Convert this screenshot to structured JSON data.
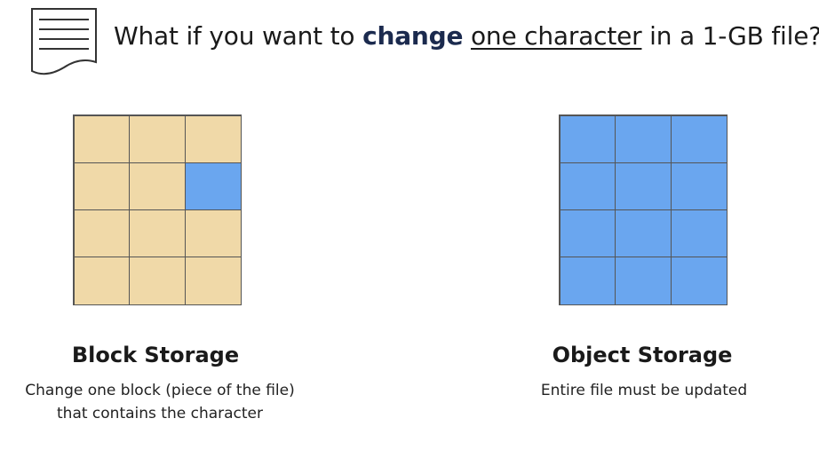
{
  "headline": {
    "prefix": "What if you want to ",
    "strong": "change",
    "space": " ",
    "underlined": "one character",
    "suffix": " in a 1-GB file?"
  },
  "block_storage": {
    "title": "Block Storage",
    "description_line1": "Change one block (piece of the file)",
    "description_line2": "that contains the character",
    "rows": 4,
    "cols": 3,
    "cell_color": "#f0d9a8",
    "changed_color": "#6aa6ef",
    "changed_cell": {
      "row": 2,
      "col": 3
    }
  },
  "object_storage": {
    "title": "Object Storage",
    "description": "Entire file must be updated",
    "rows": 4,
    "cols": 3,
    "cell_color": "#6aa6ef"
  },
  "icons": {
    "document": "document-icon"
  }
}
